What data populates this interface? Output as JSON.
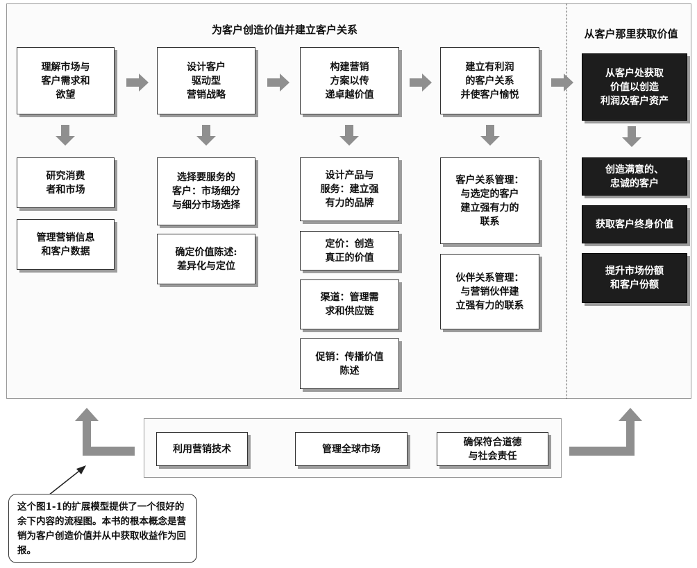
{
  "headers": {
    "create_value": "为客户创造价值并建立客户关系",
    "capture_value": "从客户那里获取价值"
  },
  "columns": {
    "col1": {
      "step": "理解市场与\n客户需求和\n欲望",
      "items": [
        "研究消费\n者和市场",
        "管理营销信息\n和客户数据"
      ]
    },
    "col2": {
      "step": "设计客户\n驱动型\n营销战略",
      "items": [
        "选择要服务的\n客户：市场细分\n与细分市场选择",
        "确定价值陈述:\n差异化与定位"
      ]
    },
    "col3": {
      "step": "构建营销\n方案以传\n递卓越价值",
      "items": [
        "设计产品与\n服务：建立强\n有力的品牌",
        "定价：创造\n真正的价值",
        "渠道：管理需\n求和供应链",
        "促销：传播价值\n陈述"
      ]
    },
    "col4": {
      "step": "建立有利润\n的客户关系\n并使客户愉悦",
      "items": [
        "客户关系管理：\n与选定的客户\n建立强有力的\n联系",
        "伙伴关系管理：\n与营销伙伴建\n立强有力的联系"
      ]
    },
    "col5": {
      "step": "从客户处获取\n价值以创造\n利润及客户资产",
      "items": [
        "创造满意的、\n忠诚的客户",
        "获取客户终身价值",
        "提升市场份额\n和客户份额"
      ]
    }
  },
  "bottom": {
    "items": [
      "利用营销技术",
      "管理全球市场",
      "确保符合道德\n与社会责任"
    ]
  },
  "note": "这个图1-1的扩展模型提供了一个很好的余下内容的流程图。本书的根本概念是营销为客户创造价值并从中获取收益作为回报。",
  "colors": {
    "arrow": "#8f8f8f",
    "dark_box": "#1d1d1d",
    "shadow": "#9c9c9c"
  }
}
